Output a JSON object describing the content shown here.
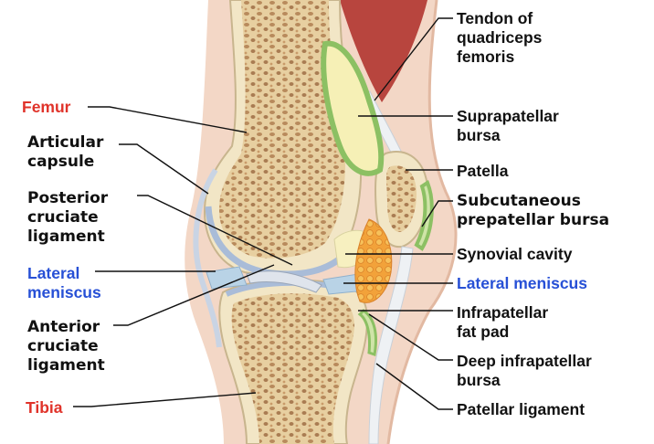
{
  "labels": {
    "femur": "Femur",
    "articular_capsule": "Articular\ncapsule",
    "posterior_cruciate": "Posterior\ncruciate\nligament",
    "lateral_meniscus_left": "Lateral\nmeniscus",
    "anterior_cruciate": "Anterior\ncruciate\nligament",
    "tibia": "Tibia",
    "tendon_quadriceps": "Tendon of\nquadriceps\nfemoris",
    "suprapatellar_bursa": "Suprapatellar\nbursa",
    "patella": "Patella",
    "subcutaneous_bursa": "Subcutaneous\nprepatellar bursa",
    "synovial_cavity": "Synovial cavity",
    "lateral_meniscus_right": "Lateral meniscus",
    "infrapatellar_fat_pad": "Infrapatellar\nfat pad",
    "deep_infrapatellar_bursa": "Deep infrapatellar\nbursa",
    "patellar_ligament": "Patellar ligament"
  },
  "colors": {
    "label_red": "#e0332a",
    "label_blue": "#2750d6",
    "label_black": "#111111",
    "skin": "#f3d7c6",
    "bone_cortex": "#f2e6c6",
    "spongy_bone": "#c9a072",
    "cartilage": "#a9bcd8",
    "bursa_green": "#8cc063",
    "fat_pad": "#f2a23a",
    "muscle": "#b8453e"
  }
}
